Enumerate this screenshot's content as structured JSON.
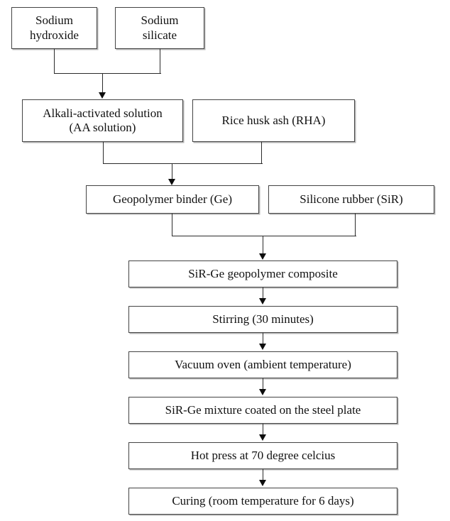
{
  "diagram": {
    "title": "SiR-Ge geopolymer composite preparation flowchart",
    "type": "process-flowchart",
    "orientation": "top-to-bottom",
    "colors": {
      "background": "#ffffff",
      "box_border": "#444444",
      "box_fill": "#ffffff",
      "connector": "#2b2b2b",
      "text": "#111111"
    }
  },
  "nodes": {
    "sodium_hydroxide": "Sodium\nhydroxide",
    "sodium_silicate": "Sodium\nsilicate",
    "aa_solution": "Alkali-activated  solution\n(AA solution)",
    "rice_husk_ash": "Rice husk ash (RHA)",
    "geopolymer_binder": "Geopolymer binder (Ge)",
    "silicone_rubber": "Silicone rubber (SiR)",
    "composite": "SiR-Ge geopolymer composite",
    "stirring": "Stirring (30 minutes)",
    "vacuum_oven": "Vacuum oven (ambient temperature)",
    "coating": "SiR-Ge mixture coated on the steel plate",
    "hot_press": "Hot press at 70 degree celcius",
    "curing": "Curing (room temperature for 6 days)"
  },
  "edges": [
    {
      "from": "sodium_hydroxide",
      "to": "aa_solution",
      "style": "merge-arrow"
    },
    {
      "from": "sodium_silicate",
      "to": "aa_solution",
      "style": "merge-arrow"
    },
    {
      "from": "aa_solution",
      "to": "geopolymer_binder",
      "style": "merge-arrow"
    },
    {
      "from": "rice_husk_ash",
      "to": "geopolymer_binder",
      "style": "merge-arrow"
    },
    {
      "from": "geopolymer_binder",
      "to": "composite",
      "style": "merge-arrow"
    },
    {
      "from": "silicone_rubber",
      "to": "composite",
      "style": "merge-arrow"
    },
    {
      "from": "composite",
      "to": "stirring",
      "style": "arrow"
    },
    {
      "from": "stirring",
      "to": "vacuum_oven",
      "style": "arrow"
    },
    {
      "from": "vacuum_oven",
      "to": "coating",
      "style": "arrow"
    },
    {
      "from": "coating",
      "to": "hot_press",
      "style": "arrow"
    },
    {
      "from": "hot_press",
      "to": "curing",
      "style": "arrow"
    }
  ]
}
